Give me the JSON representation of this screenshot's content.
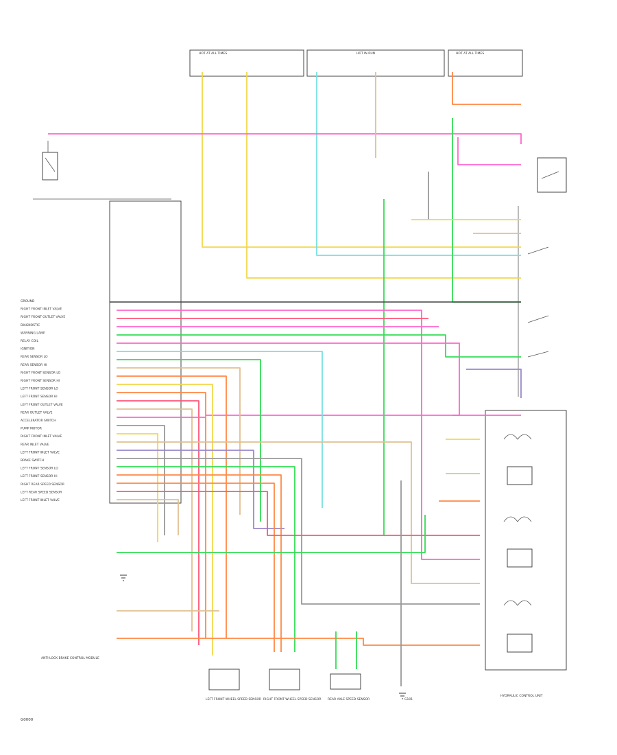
{
  "diagram": {
    "palette": {
      "yellow": "#f2d84a",
      "pink": "#ff66cc",
      "cyan": "#77e0e0",
      "green": "#33dd55",
      "orange": "#ff8844",
      "tan": "#e0c090",
      "gray": "#999999",
      "purple": "#9988cc",
      "red": "#ff5577",
      "dark": "#444444"
    },
    "labels": {
      "left_connector": [
        "GROUND",
        "RIGHT FRONT INLET VALVE",
        "RIGHT FRONT OUTLET VALVE",
        "DIAGNOSTIC",
        "WARNING LAMP",
        "RELAY COIL",
        "IGNITION",
        "REAR SENSOR LO",
        "REAR SENSOR HI",
        "RIGHT FRONT SENSOR LO",
        "RIGHT FRONT SENSOR HI",
        "LEFT FRONT SENSOR LO",
        "LEFT FRONT SENSOR HI",
        "LEFT FRONT OUTLET VALVE",
        "REAR OUTLET VALVE",
        "ACCELERATOR SWITCH",
        "PUMP MOTOR",
        "RIGHT FRONT INLET VALVE",
        "REAR INLET VALVE",
        "LEFT FRONT INLET VALVE",
        "BRAKE SWITCH",
        "LEFT FRONT SENSOR LO",
        "LEFT FRONT SENSOR HI",
        "RIGHT REAR SPEED SENSOR",
        "LEFT REAR SPEED SENSOR",
        "LEFT FRONT INLET VALVE"
      ],
      "fuse_boxes": [
        "HOT AT ALL TIMES",
        "HOT IN RUN",
        "HOT AT ALL TIMES"
      ],
      "left_module_title": "ANTI-LOCK BRAKE CONTROL MODULE",
      "sensor_labels": [
        "LEFT FRONT WHEEL SPEED SENSOR",
        "RIGHT FRONT WHEEL SPEED SENSOR",
        "REAR AXLE SPEED SENSOR",
        "G101"
      ],
      "right_module_title": "HYDRAULIC CONTROL UNIT",
      "footer_code": "G0000"
    }
  }
}
